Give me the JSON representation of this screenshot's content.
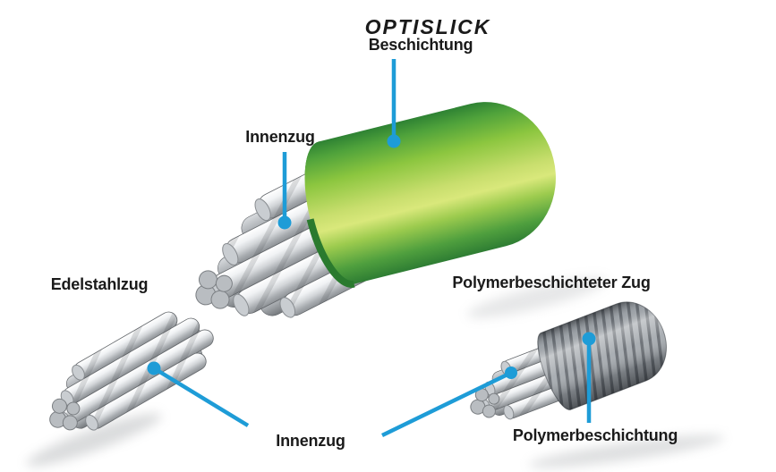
{
  "header": {
    "brand": "OPTISLICK",
    "coating_label": "Beschichtung"
  },
  "callouts": {
    "innenzug_top": "Innenzug",
    "edelstahlzug": "Edelstahlzug",
    "polymer_zug": "Polymerbeschichteter Zug",
    "innenzug_bottom": "Innenzug",
    "polymer_coating": "Polymerbeschichtung"
  },
  "colors": {
    "accent-blue": "#1e9cd7",
    "text-color": "#1a1a1a",
    "green-dark": "#2a7a2e",
    "green-light": "#d9e87b",
    "steel-light": "#f2f4f6",
    "steel-dark": "#85898d",
    "polymer-gray": "#9aa0a5",
    "background": "#ffffff"
  }
}
